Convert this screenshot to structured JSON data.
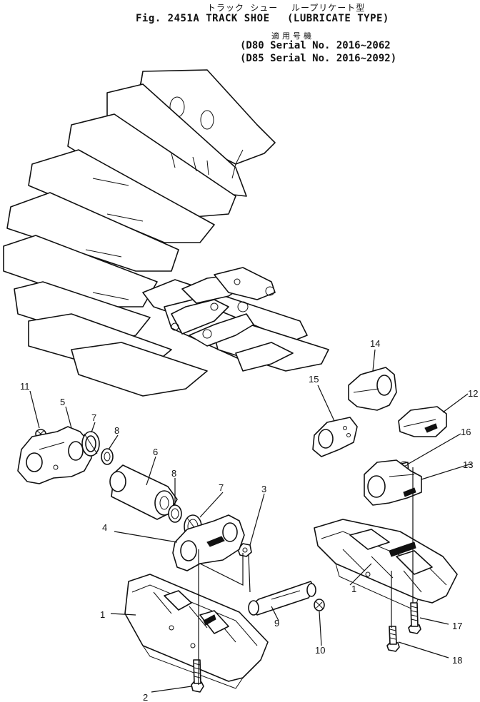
{
  "header": {
    "jp_title": "トラック シュー",
    "jp_type": "ループリケート型",
    "fig_title": "Fig.  2451A  TRACK  SHOE",
    "type_label": "(LUBRICATE  TYPE)",
    "jp_applicable": "適用号機",
    "serial_lines": [
      "(D80  Serial  No. 2016~2062",
      "(D85  Serial  No. 2016~2092)"
    ]
  },
  "callouts": [
    "1",
    "1",
    "2",
    "3",
    "4",
    "5",
    "6",
    "7",
    "7",
    "8",
    "8",
    "9",
    "10",
    "11",
    "12",
    "13",
    "14",
    "15",
    "16",
    "17",
    "18"
  ]
}
